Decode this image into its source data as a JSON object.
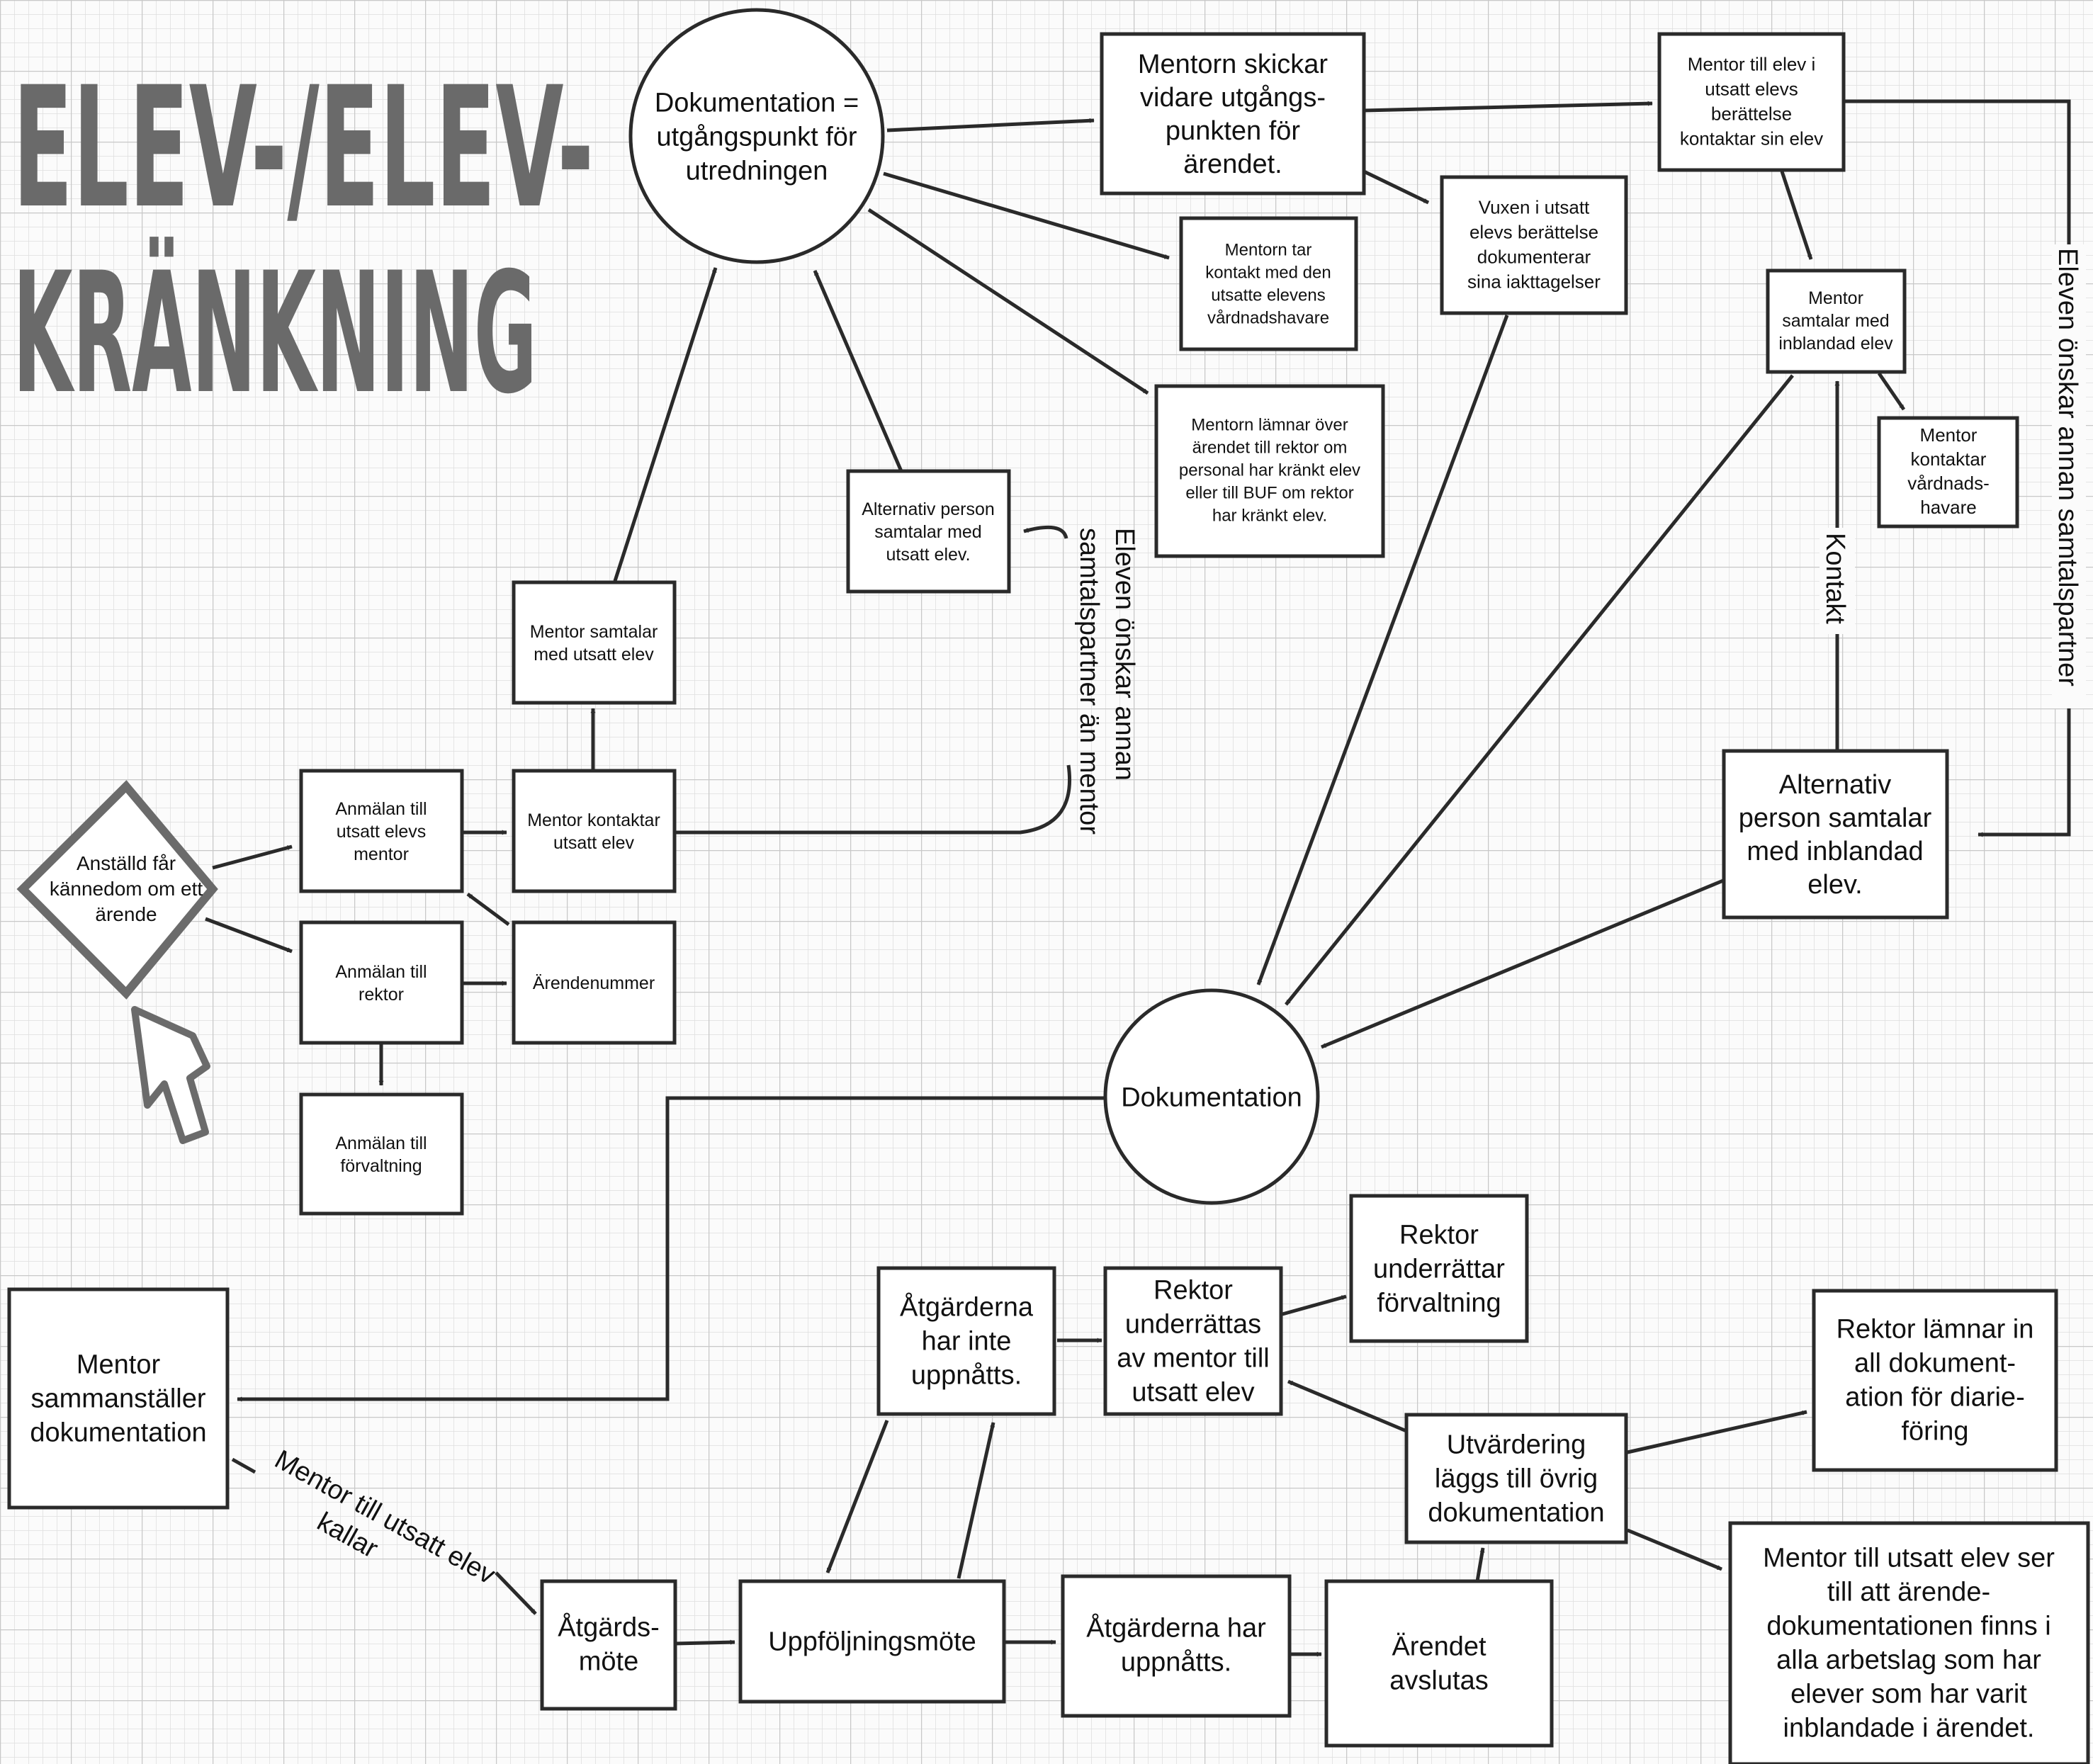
{
  "title": {
    "line1": "ELEV-/ELEV-",
    "line2": "KRÄNKNING"
  },
  "nodes": {
    "start": [
      "Anställd får",
      "kännedom om ett",
      "ärende"
    ],
    "anmalan_mentor": [
      "Anmälan till",
      "utsatt elevs",
      "mentor"
    ],
    "anmalan_rektor": [
      "Anmälan till",
      "rektor"
    ],
    "anmalan_forvaltning": [
      "Anmälan till",
      "förvaltning"
    ],
    "mentor_kontaktar": [
      "Mentor kontaktar",
      "utsatt elev"
    ],
    "arendenummer": [
      "Ärendenummer"
    ],
    "mentor_samtalar_utsatt": [
      "Mentor samtalar",
      "med utsatt elev"
    ],
    "dokumentation_utgang": [
      "Dokumentation =",
      "utgångspunkt för",
      "utredningen"
    ],
    "alternativ_utsatt": [
      "Alternativ person",
      "samtalar med",
      "utsatt elev."
    ],
    "mentorn_skickar": [
      "Mentorn skickar",
      "vidare utgångs-",
      "punkten för",
      "ärendet."
    ],
    "mentorn_tar_kontakt": [
      "Mentorn tar",
      "kontakt med den",
      "utsatte elevens",
      "vårdnadshavare"
    ],
    "mentorn_lamnar": [
      "Mentorn lämnar över",
      "ärendet till rektor om",
      "personal har kränkt elev",
      "eller till BUF om rektor",
      "har kränkt elev."
    ],
    "vuxen_dokumenterar": [
      "Vuxen i utsatt",
      "elevs berättelse",
      "dokumenterar",
      "sina iakttagelser"
    ],
    "mentor_till_elev": [
      "Mentor till elev i",
      "utsatt elevs",
      "berättelse",
      "kontaktar sin elev"
    ],
    "mentor_samtalar_inblandad": [
      "Mentor",
      "samtalar med",
      "inblandad elev"
    ],
    "mentor_kontaktar_vh": [
      "Mentor",
      "kontaktar",
      "vårdnads-",
      "havare"
    ],
    "alternativ_inblandad": [
      "Alternativ",
      "person samtalar",
      "med inblandad",
      "elev."
    ],
    "dokumentation": [
      "Dokumentation"
    ],
    "mentor_sammanstaller": [
      "Mentor",
      "sammanställer",
      "dokumentation"
    ],
    "atgardsmote": [
      "Åtgärds-",
      "möte"
    ],
    "uppfoljningsmote": [
      "Uppföljningsmöte"
    ],
    "atgarder_ej_uppnatts": [
      "Åtgärderna",
      "har inte",
      "uppnåtts."
    ],
    "rektor_underrattas": [
      "Rektor",
      "underrättas",
      "av mentor till",
      "utsatt elev"
    ],
    "rektor_underrattar": [
      "Rektor",
      "underrättar",
      "förvaltning"
    ],
    "atgarder_uppnatts": [
      "Åtgärderna har",
      "uppnåtts."
    ],
    "arendet_avslutas": [
      "Ärendet",
      "avslutas"
    ],
    "utvardering": [
      "Utvärdering",
      "läggs till övrig",
      "dokumentation"
    ],
    "rektor_lamnar": [
      "Rektor lämnar in",
      "all dokument-",
      "ation för diarie-",
      "föring"
    ],
    "mentor_ser_till": [
      "Mentor till utsatt elev ser",
      "till att ärende-",
      "dokumentationen finns i",
      "alla arbetslag som har",
      "elever som har varit",
      "inblandade i ärendet."
    ]
  },
  "edge_labels": {
    "elev_onskar_mentor": [
      "Eleven önskar annan",
      "samtalspartner än mentor"
    ],
    "elev_onskar_inblandad": "Eleven önskar annan samtalspartner",
    "kontakt": "Kontakt",
    "mentor_kallar": [
      "Mentor till utsatt elev",
      "kallar"
    ]
  },
  "colors": {
    "title": "#6a6a6a",
    "line": "#2a2a2a",
    "grid": "#d9d9d9",
    "start_node": "#6b6b6b",
    "start_text": "#7a7a7a"
  },
  "icons": {
    "cursor": "cursor-arrow-icon"
  }
}
